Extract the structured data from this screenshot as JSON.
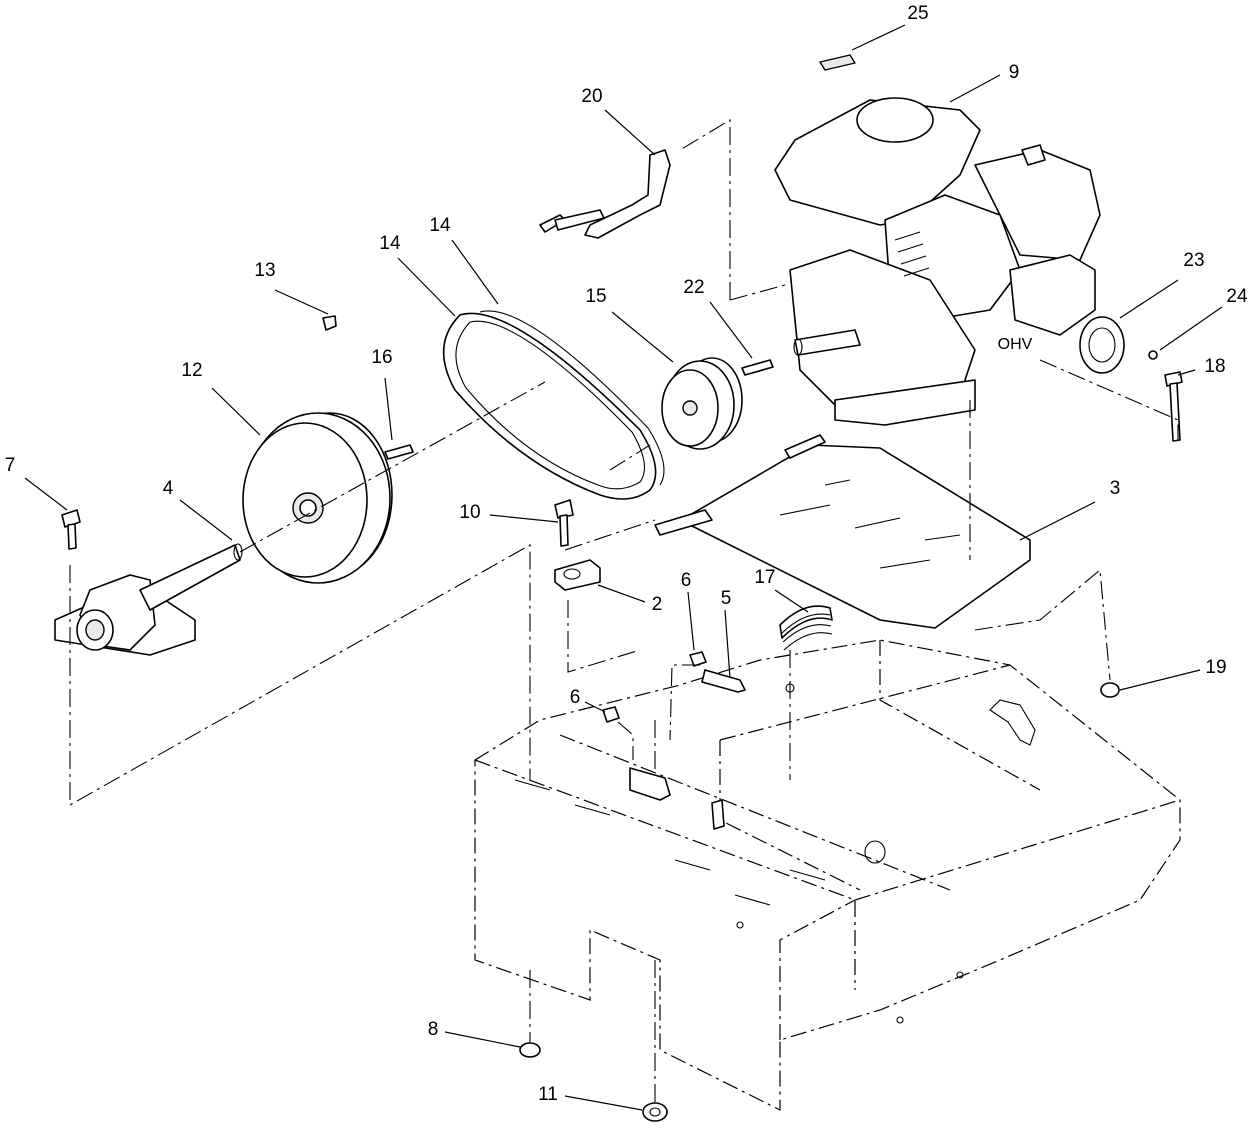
{
  "callouts": [
    {
      "id": "c25",
      "label": "25"
    },
    {
      "id": "c9",
      "label": "9"
    },
    {
      "id": "c20",
      "label": "20"
    },
    {
      "id": "c14a",
      "label": "14"
    },
    {
      "id": "c14b",
      "label": "14"
    },
    {
      "id": "c13",
      "label": "13"
    },
    {
      "id": "c15",
      "label": "15"
    },
    {
      "id": "c22",
      "label": "22"
    },
    {
      "id": "c23",
      "label": "23"
    },
    {
      "id": "c24",
      "label": "24"
    },
    {
      "id": "c12",
      "label": "12"
    },
    {
      "id": "c16",
      "label": "16"
    },
    {
      "id": "c18",
      "label": "18"
    },
    {
      "id": "c7",
      "label": "7"
    },
    {
      "id": "c4",
      "label": "4"
    },
    {
      "id": "c3",
      "label": "3"
    },
    {
      "id": "c10",
      "label": "10"
    },
    {
      "id": "c2",
      "label": "2"
    },
    {
      "id": "c6a",
      "label": "6"
    },
    {
      "id": "c5",
      "label": "5"
    },
    {
      "id": "c17",
      "label": "17"
    },
    {
      "id": "c19",
      "label": "19"
    },
    {
      "id": "c6b",
      "label": "6"
    },
    {
      "id": "c8",
      "label": "8"
    },
    {
      "id": "c11",
      "label": "11"
    }
  ]
}
